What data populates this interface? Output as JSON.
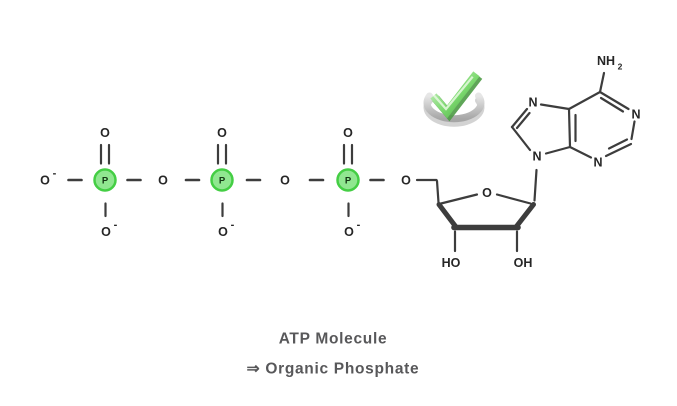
{
  "diagram": {
    "caption": {
      "line1": "ATP Molecule",
      "line2": "⇒ Organic Phosphate"
    },
    "atoms": {
      "phosphorus": "P",
      "oxygen": "O",
      "charge_minus": "-",
      "nitrogen": "N",
      "amino": "NH",
      "amino_sub": "2",
      "hydroxyl_left": "HO",
      "hydroxyl_right": "OH"
    },
    "icons": {
      "check": "check-icon"
    },
    "colors": {
      "background": "#ffffff",
      "bond": "#3d3d3d",
      "atom_text": "#262626",
      "phosphate_fill": "#90e790",
      "phosphate_ring": "#44ce44",
      "caption_text": "#58585a",
      "check_green": "#6fcf64",
      "check_green_dark": "#4e9b46",
      "check_highlight": "#e6f9e0",
      "swoosh_gray": "#b9b9b9"
    }
  }
}
